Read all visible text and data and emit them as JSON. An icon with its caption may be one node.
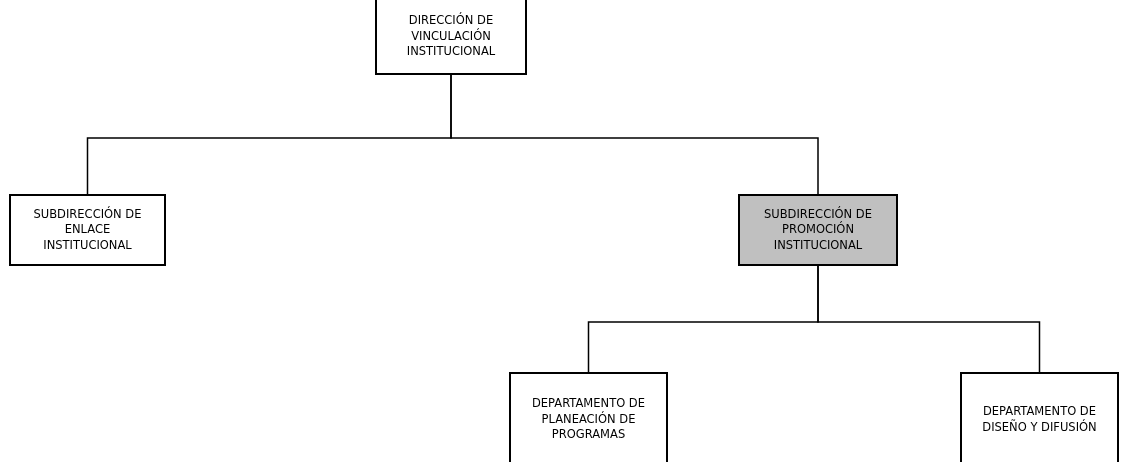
{
  "diagram": {
    "nodes": [
      {
        "text": [
          "DIRECCIÓN DE VINCULACIÓN INSTITUCIONAL"
        ]
      },
      {
        "text": [
          "SUBDIRECCIÓN DE ENLACE INSTITUCIONAL"
        ]
      },
      {
        "text": [
          "SUBDIRECCIÓN DE PROMOCIÓN INSTITUCIONAL"
        ]
      },
      {
        "text": [
          "DEPARTAMENTO DE PLANEACIÓN DE PROGRAMAS"
        ]
      },
      {
        "text": [
          "DEPARTAMENTO DE DISEÑO Y DIFUSIÓN"
        ]
      }
    ],
    "edges": [
      {
        "from": 0,
        "to": 1,
        "arrow": "none"
      },
      {
        "from": 0,
        "to": 2,
        "arrow": "none"
      },
      {
        "from": 2,
        "to": 3,
        "arrow": "none"
      },
      {
        "from": 2,
        "to": 4,
        "arrow": "none"
      }
    ]
  }
}
